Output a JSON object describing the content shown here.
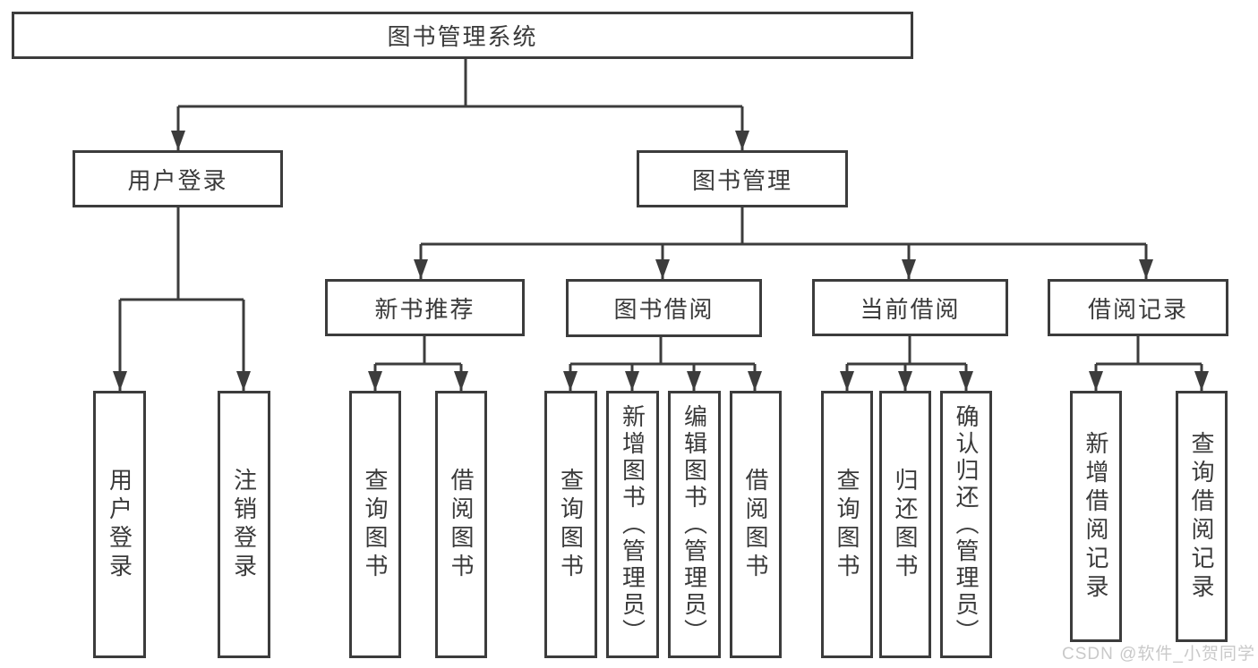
{
  "tree": {
    "label": "图书管理系统",
    "children": [
      {
        "label": "用户登录",
        "children": [
          {
            "label": "用户登录"
          },
          {
            "label": "注销登录"
          }
        ]
      },
      {
        "label": "图书管理",
        "children": [
          {
            "label": "新书推荐",
            "children": [
              {
                "label": "查询图书"
              },
              {
                "label": "借阅图书"
              }
            ]
          },
          {
            "label": "图书借阅",
            "children": [
              {
                "label": "查询图书"
              },
              {
                "label": "新增图书（管理员）"
              },
              {
                "label": "编辑图书（管理员）"
              },
              {
                "label": "借阅图书"
              }
            ]
          },
          {
            "label": "当前借阅",
            "children": [
              {
                "label": "查询图书"
              },
              {
                "label": "归还图书"
              },
              {
                "label": "确认归还（管理员）"
              }
            ]
          },
          {
            "label": "借阅记录",
            "children": [
              {
                "label": "新增借阅记录"
              },
              {
                "label": "查询借阅记录"
              }
            ]
          }
        ]
      }
    ]
  },
  "watermark": {
    "text": "CSDN @软件_小贺同学"
  },
  "colors": {
    "line": "#3c3c3c",
    "text": "#3a3a3a",
    "watermark": "#c9c9c9",
    "background": "#ffffff"
  }
}
